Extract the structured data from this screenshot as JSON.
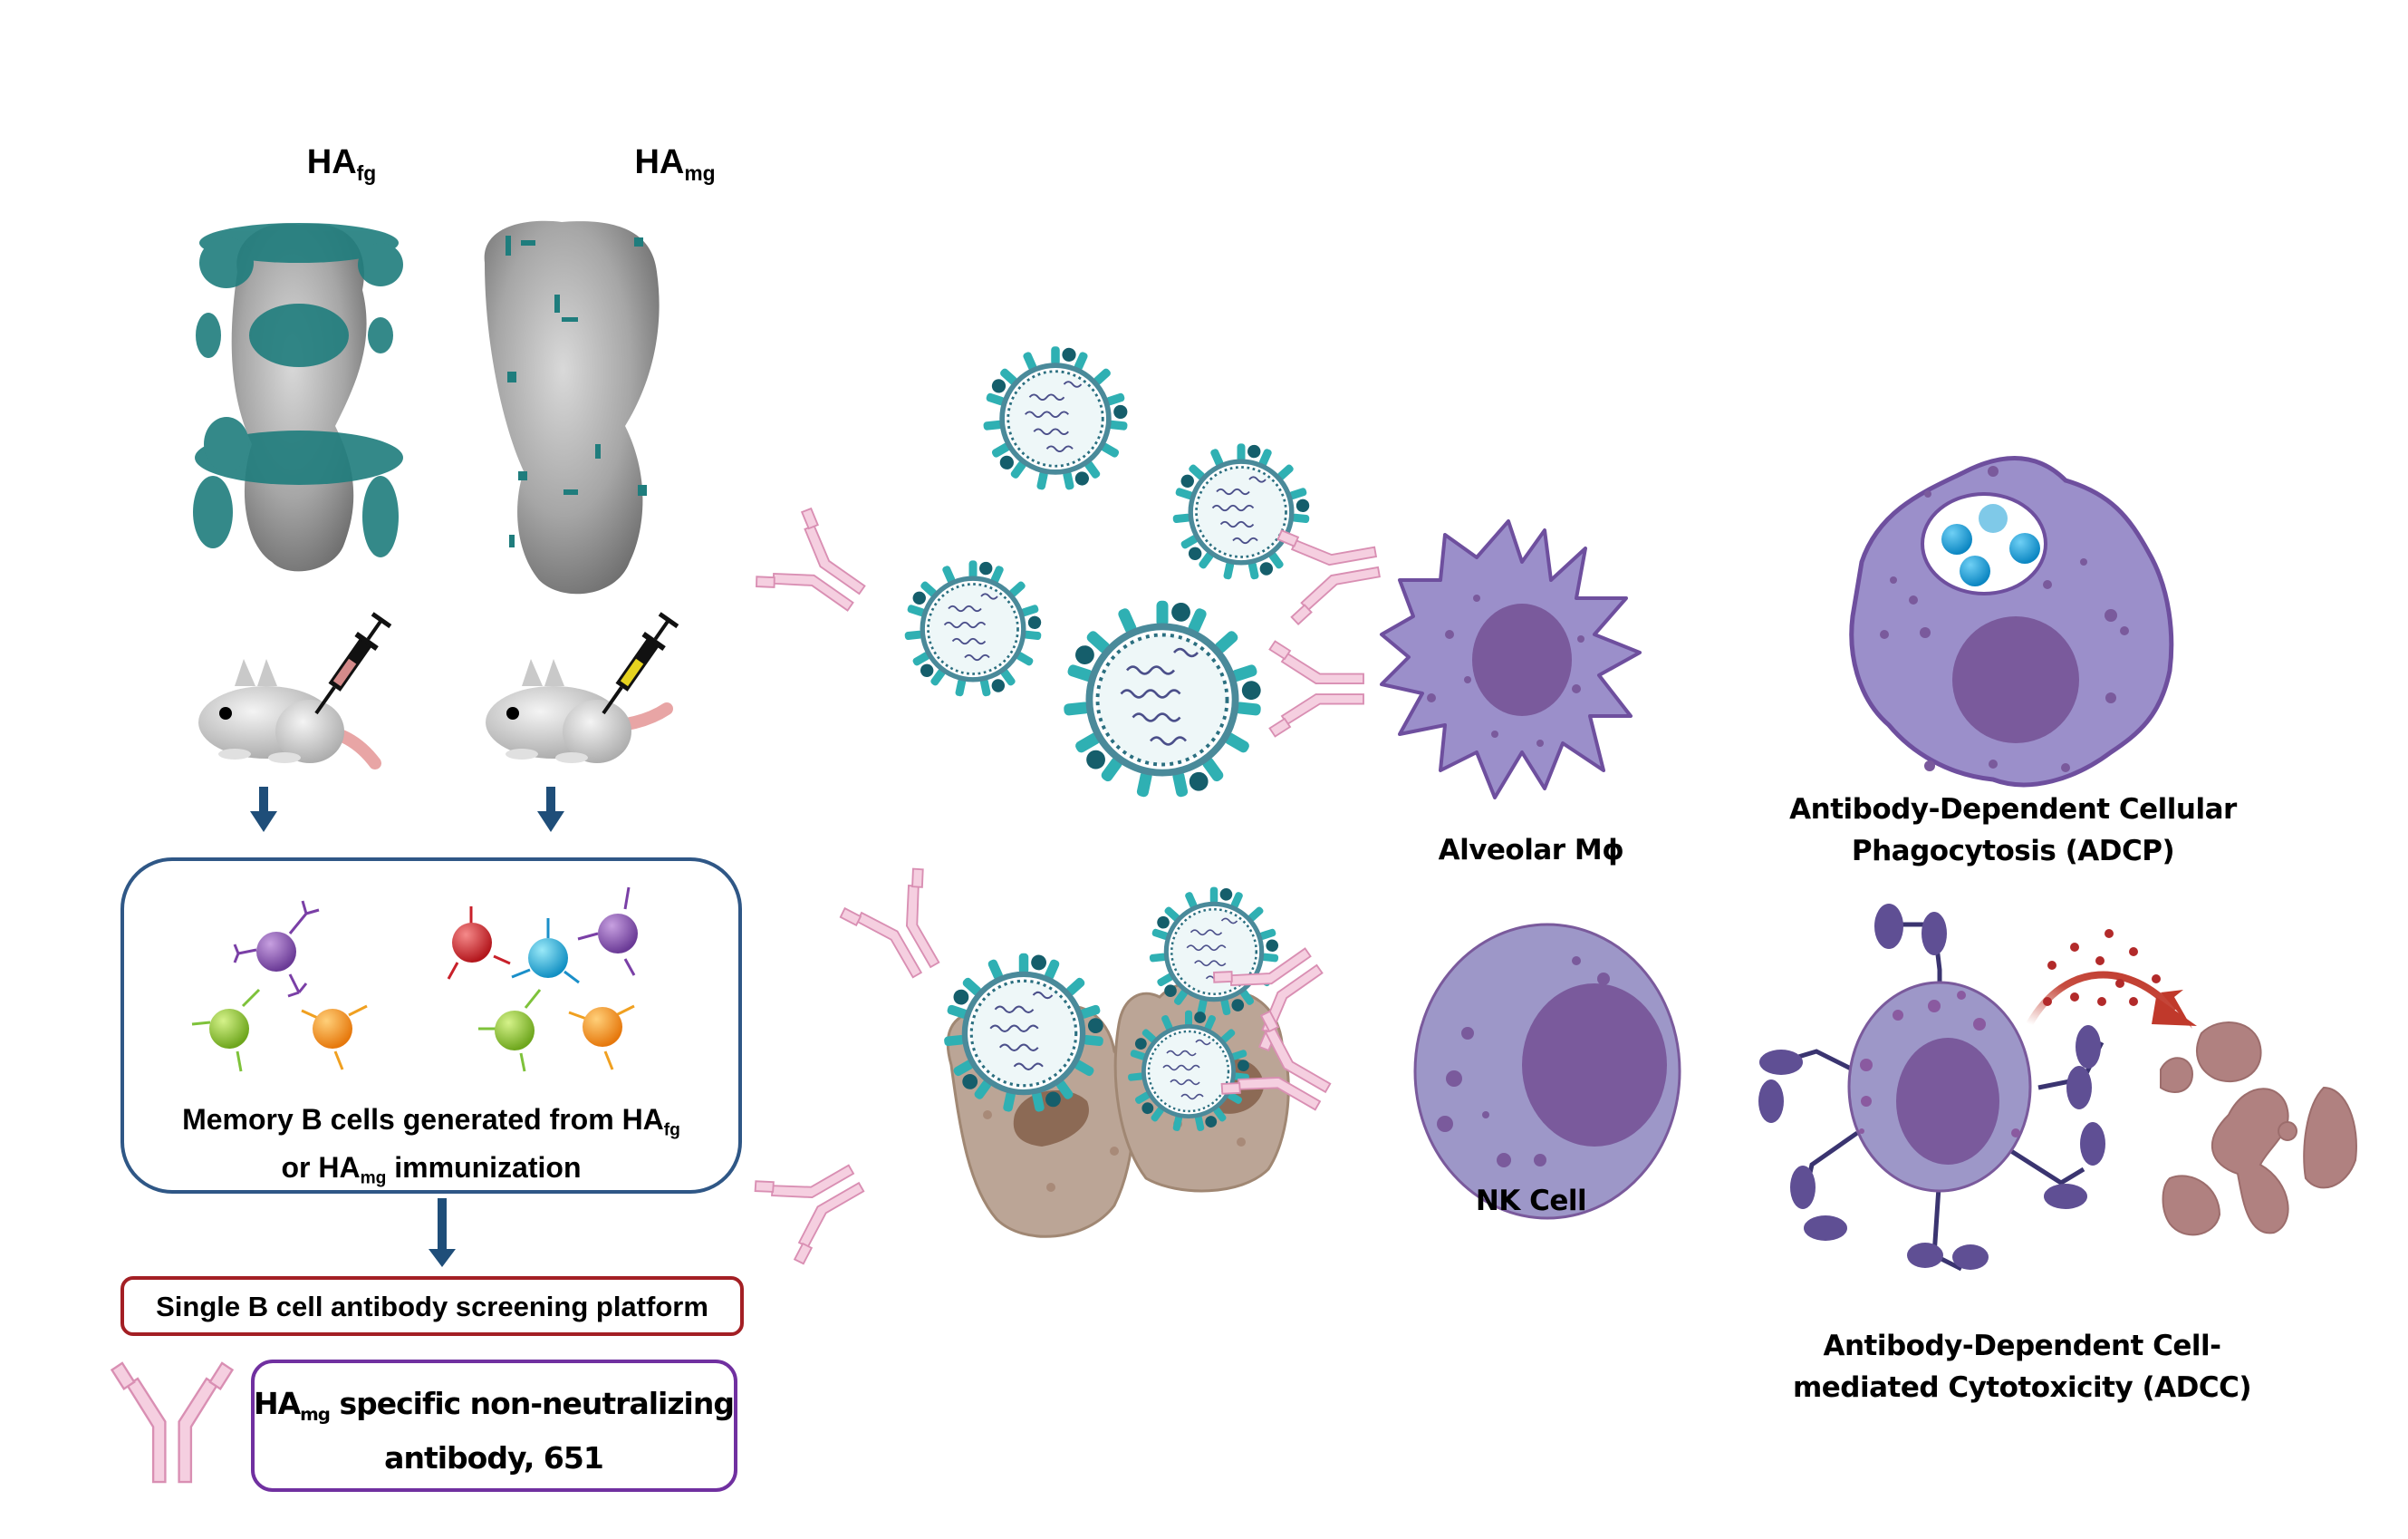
{
  "figure": {
    "structures": [
      {
        "id": "fg",
        "base": "HA",
        "sub": "fg",
        "glycosylation": "fully glycosylated (dense glycans)"
      },
      {
        "id": "mg",
        "base": "HA",
        "sub": "mg",
        "glycosylation": "monoglycosylated (sparse glycans)"
      }
    ],
    "memory_box": {
      "line1_prefix": "Memory B cells generated from HA",
      "line1_sub": "fg",
      "line2_prefix": "or HA",
      "line2_sub": "mg",
      "line2_suffix": " immunization"
    },
    "screening_box": {
      "label": "Single B cell antibody screening platform"
    },
    "result_box": {
      "prefix": "HA",
      "sub": "mg",
      "line1_suffix": " specific non-neutralizing",
      "line2": "antibody, 651"
    },
    "cells": {
      "macrophage_label_base": "Alveolar M",
      "macrophage_label_symbol": "ϕ",
      "nk_label": "NK Cell"
    },
    "mechanisms": {
      "adcp_line1": "Antibody-Dependent Cellular",
      "adcp_line2": "Phagocytosis (ADCP)",
      "adcc_line1": "Antibody-Dependent Cell-",
      "adcc_line2": "mediated Cytotoxicity (ADCC)"
    },
    "colors": {
      "arrow_blue": "#1f4e79",
      "memory_box_border": "#2f5786",
      "screening_box_border": "#a31f24",
      "result_box_border": "#7030a0",
      "antibody_pink": "#f5cfe0",
      "antibody_outline": "#d98fb3",
      "virus_teal": "#2fb0b3",
      "virus_dark": "#155e6b",
      "macrophage_purple": "#9b8fca",
      "nucleus_purple": "#7a5a9c",
      "epithelial_tan": "#bba596",
      "cytotoxic_red": "#c0392b",
      "glycan_teal": "#1f7d7d"
    }
  }
}
